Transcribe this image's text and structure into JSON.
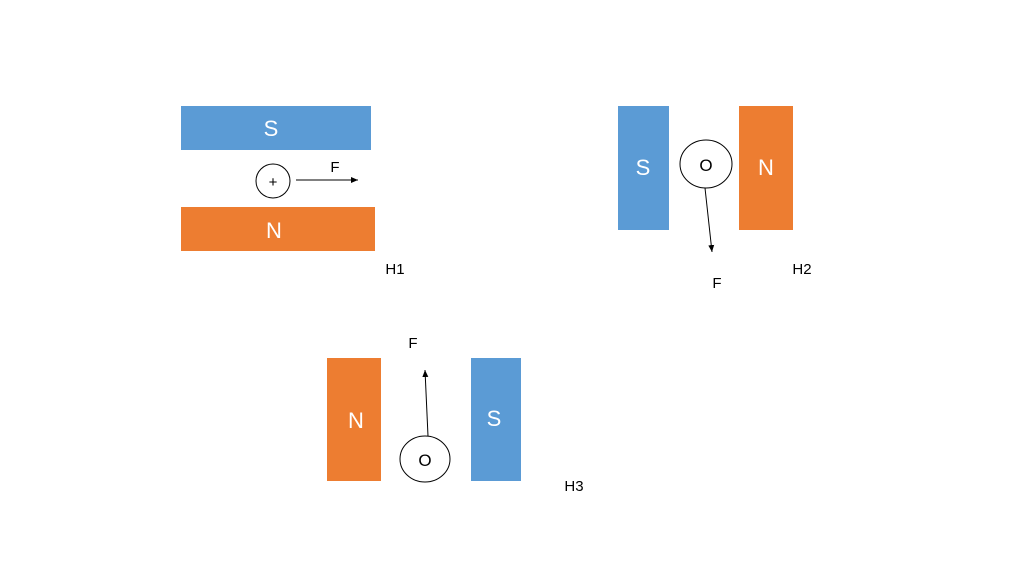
{
  "colors": {
    "south_pole": "#5B9BD5",
    "north_pole": "#ED7D31",
    "pole_text": "#FFFFFF",
    "ink": "#000000",
    "background": "#FFFFFF"
  },
  "figures": [
    {
      "id": "H1",
      "label": "H1",
      "top_magnet": "S",
      "bottom_magnet": "N",
      "current_symbol": "+",
      "force_label": "F",
      "force_direction": "right"
    },
    {
      "id": "H2",
      "label": "H2",
      "left_magnet": "S",
      "right_magnet": "N",
      "current_symbol": "O",
      "force_label": "F",
      "force_direction": "down"
    },
    {
      "id": "H3",
      "label": "H3",
      "left_magnet": "N",
      "right_magnet": "S",
      "current_symbol": "O",
      "force_label": "F",
      "force_direction": "up"
    }
  ]
}
